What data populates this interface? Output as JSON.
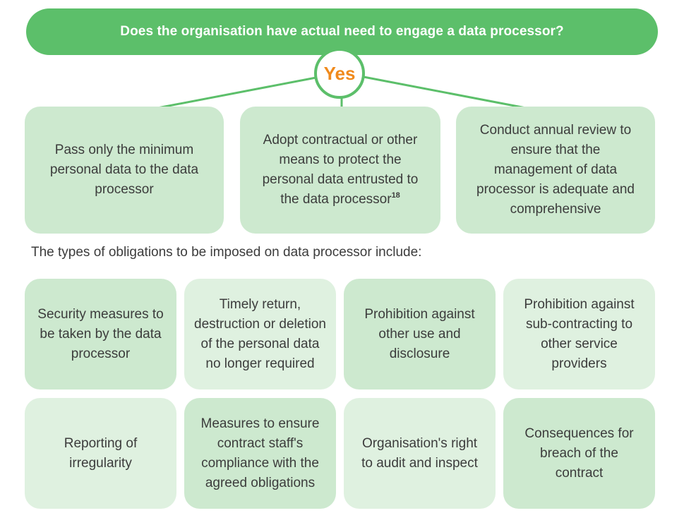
{
  "question": "Does the organisation have actual need to engage a data processor?",
  "answer": "Yes",
  "actions": [
    "Pass only the minimum personal data to the data processor",
    "Adopt contractual or other means to protect the personal data entrusted to the data processor",
    "Conduct annual review to ensure that the management of data processor is adequate and comprehensive"
  ],
  "footnote_ref": "18",
  "obligations_intro": "The types of obligations to be imposed on data processor include:",
  "obligations": [
    "Security measures to be taken by the data processor",
    "Timely return, destruction or deletion of the personal data no longer required",
    "Prohibition against other use and disclosure",
    "Prohibition against sub-contracting to other service providers",
    "Reporting of irregularity",
    "Measures to ensure contract staff's compliance with the agreed obligations",
    "Organisation's right to audit and inspect",
    "Consequences for breach of the contract"
  ],
  "colors": {
    "banner": "#5cbf6a",
    "answer_text": "#f08a1c",
    "box_dark": "#cde9cf",
    "box_light": "#dff1e0",
    "text": "#3c3c3c"
  }
}
